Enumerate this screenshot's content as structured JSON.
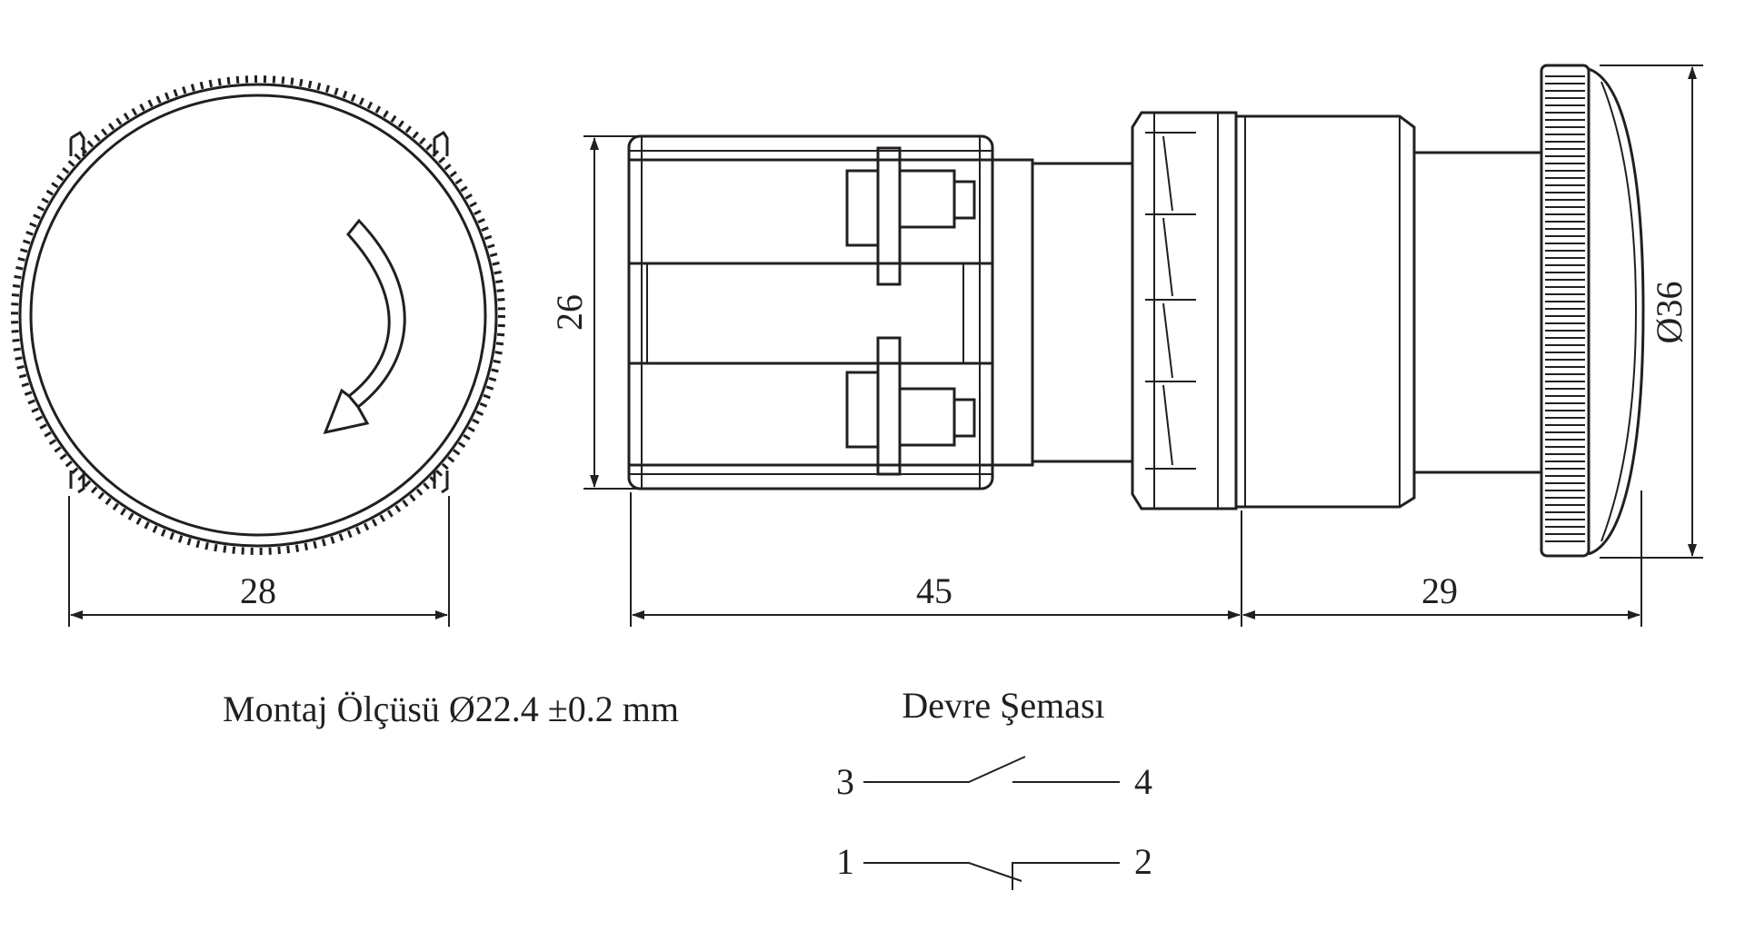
{
  "dimensions": {
    "front_width": "28",
    "body_height": "26",
    "body_length": "45",
    "head_length": "29",
    "head_diameter": "Ø36"
  },
  "notes": {
    "mounting": "Montaj Ölçüsü Ø22.4 ±0.2 mm",
    "circuit_title": "Devre Şeması"
  },
  "circuit": {
    "no_contact": {
      "left": "3",
      "right": "4"
    },
    "nc_contact": {
      "left": "1",
      "right": "2"
    }
  },
  "colors": {
    "line": "#231f20",
    "background": "#ffffff"
  }
}
